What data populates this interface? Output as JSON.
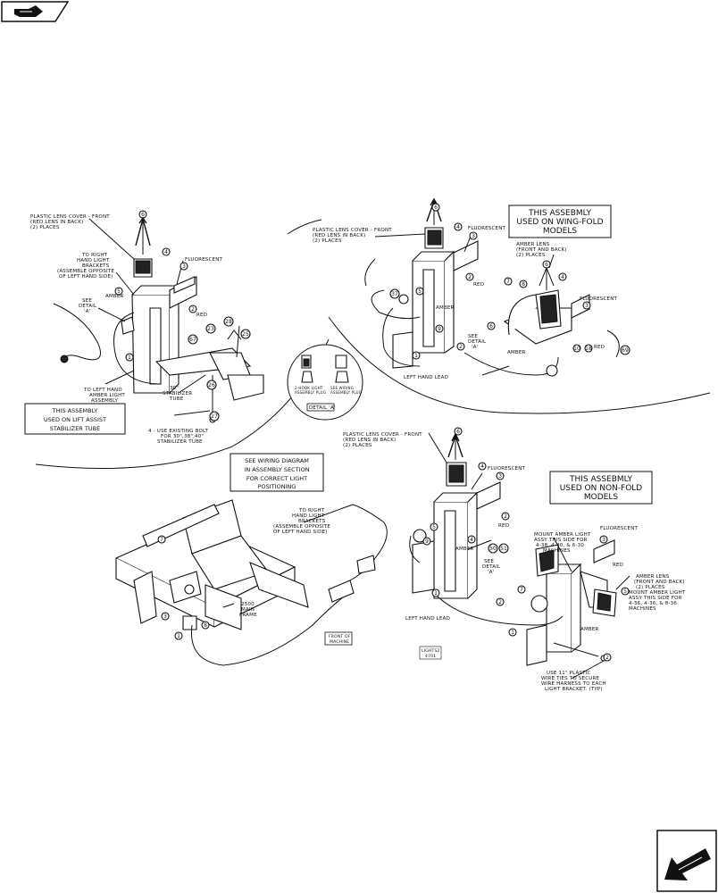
{
  "nav": {
    "prev_icon": "hand-pointing-right-icon",
    "next_icon": "hand-pointing-down-left-icon"
  },
  "top_left": {
    "plastic_lens_cover": [
      "PLASTIC LENS COVER - FRONT",
      "(RED LENS IN BACK)",
      "(2) PLACES"
    ],
    "to_right_bracket": [
      "TO RIGHT",
      "HAND LIGHT",
      "BRACKETS",
      "(ASSEMBLE OPPOSITE",
      "OF LEFT HAND SIDE)"
    ],
    "fluorescent": "FLUORESCENT",
    "amber": "AMBER",
    "see_detail": [
      "SEE",
      "DETAIL",
      "'A'"
    ],
    "red": "RED",
    "to_left_amber": [
      "TO LEFT HAND",
      "AMBER LIGHT",
      "ASSEMBLY"
    ],
    "stabilizer": [
      "30\"",
      "STABILIZER",
      "TUBE"
    ],
    "existing_bolt": [
      "4 - USE EXISTING BOLT",
      "FOR 30\",38\",40\"",
      "STABILIZER TUBE"
    ],
    "box": [
      "THIS ASSEMBLY",
      "USED ON LIFT ASSIST",
      "STABILIZER TUBE"
    ]
  },
  "detail_a": {
    "plug1": [
      "2-HOOK LIGHT",
      "ASSEMBLY PLUG"
    ],
    "plug2": [
      "SEE WIRING",
      "ASSEMBLY PLUG"
    ],
    "label": "DETAIL 'A'"
  },
  "top_right": {
    "box": [
      "THIS ASSEBMLY",
      "USED ON WING-FOLD",
      "MODELS"
    ],
    "plastic_lens_cover": [
      "PLASTIC LENS COVER - FRONT",
      "(RED LENS IN BACK)",
      "(2) PLACES"
    ],
    "fluorescent": "FLUORESCENT",
    "red": "RED",
    "amber_lens": [
      "AMBER LENS",
      "(FRONT AND BACK)",
      "(2) PLACES"
    ],
    "fluorescent2": "FLUORESCENT",
    "amber": "AMBER",
    "see_detail": [
      "SEE",
      "DETAIL",
      "'A'"
    ],
    "amber2": "AMBER",
    "red2": "RED",
    "left_hand_lead": "LEFT HAND LEAD"
  },
  "wiring_box": [
    "SEE WIRING DIAGRAM",
    "IN ASSEMBLY SECTION",
    "FOR CORRECT LIGHT",
    "POSITIONING"
  ],
  "bottom_right": {
    "plastic_lens_cover": [
      "PLASTIC LENS COVER - FRONT",
      "(RED LENS IN BACK)",
      "(2) PLACES"
    ],
    "fluorescent": "FLUORESCENT",
    "box": [
      "THIS ASSEBMLY",
      "USED ON NON-FOLD",
      "MODELS"
    ],
    "red": "RED",
    "amber": "AMBER",
    "see_detail": [
      "SEE",
      "DETAIL",
      "'A'"
    ],
    "mount_amber": [
      "MOUNT AMBER LIGHT",
      "ASSY THIS SIDE FOR",
      "4-38, 4-40, & 6-30",
      "MACHINES"
    ],
    "fluorescent2": "FLUORESCENT",
    "red2": "RED",
    "amber_lens": [
      "AMBER LENS",
      "(FRONT AND BACK)",
      "(2) PLACES"
    ],
    "mount_amber2": [
      "MOUNT AMBER LIGHT",
      "ASSY THIS SIDE FOR",
      "4-36, 4-36, & 8-36",
      "MACHINES"
    ],
    "amber2": "AMBER",
    "left_hand_lead": "LEFT HAND LEAD",
    "use_ties": [
      "USE 11\" PLASTIC",
      "WIRE TIES TO SECURE",
      "WIRE HARNESS TO EACH",
      "LIGHT BRACKET.  (TYP)"
    ],
    "code": [
      "LIGHTS2",
      "4701"
    ]
  },
  "bottom_left": {
    "to_right_bracket": [
      "TO RIGHT",
      "HAND LIGHT",
      "BRACKETS",
      "(ASSEMBLE OPPOSITE",
      "OF LEFT HAND SIDE)"
    ],
    "main_frame": [
      "2500",
      "MAIN",
      "FRAME"
    ],
    "front_of_machine": [
      "FRONT OF",
      "MACHINE"
    ]
  },
  "callouts": {
    "n1": "1",
    "n2": "2",
    "n3": "3",
    "n4": "4",
    "n5": "5",
    "n6": "6",
    "n7": "7",
    "n8": "8",
    "n9": "9",
    "n10": "10",
    "n18": "18",
    "n21": "21",
    "n23": "23",
    "n25": "25",
    "n26": "26",
    "n27": "27",
    "n28": "28",
    "n37": "37",
    "n40": "40",
    "n47": "47",
    "n50": "50",
    "n51": "51",
    "n67": "67",
    "n69": "69"
  }
}
